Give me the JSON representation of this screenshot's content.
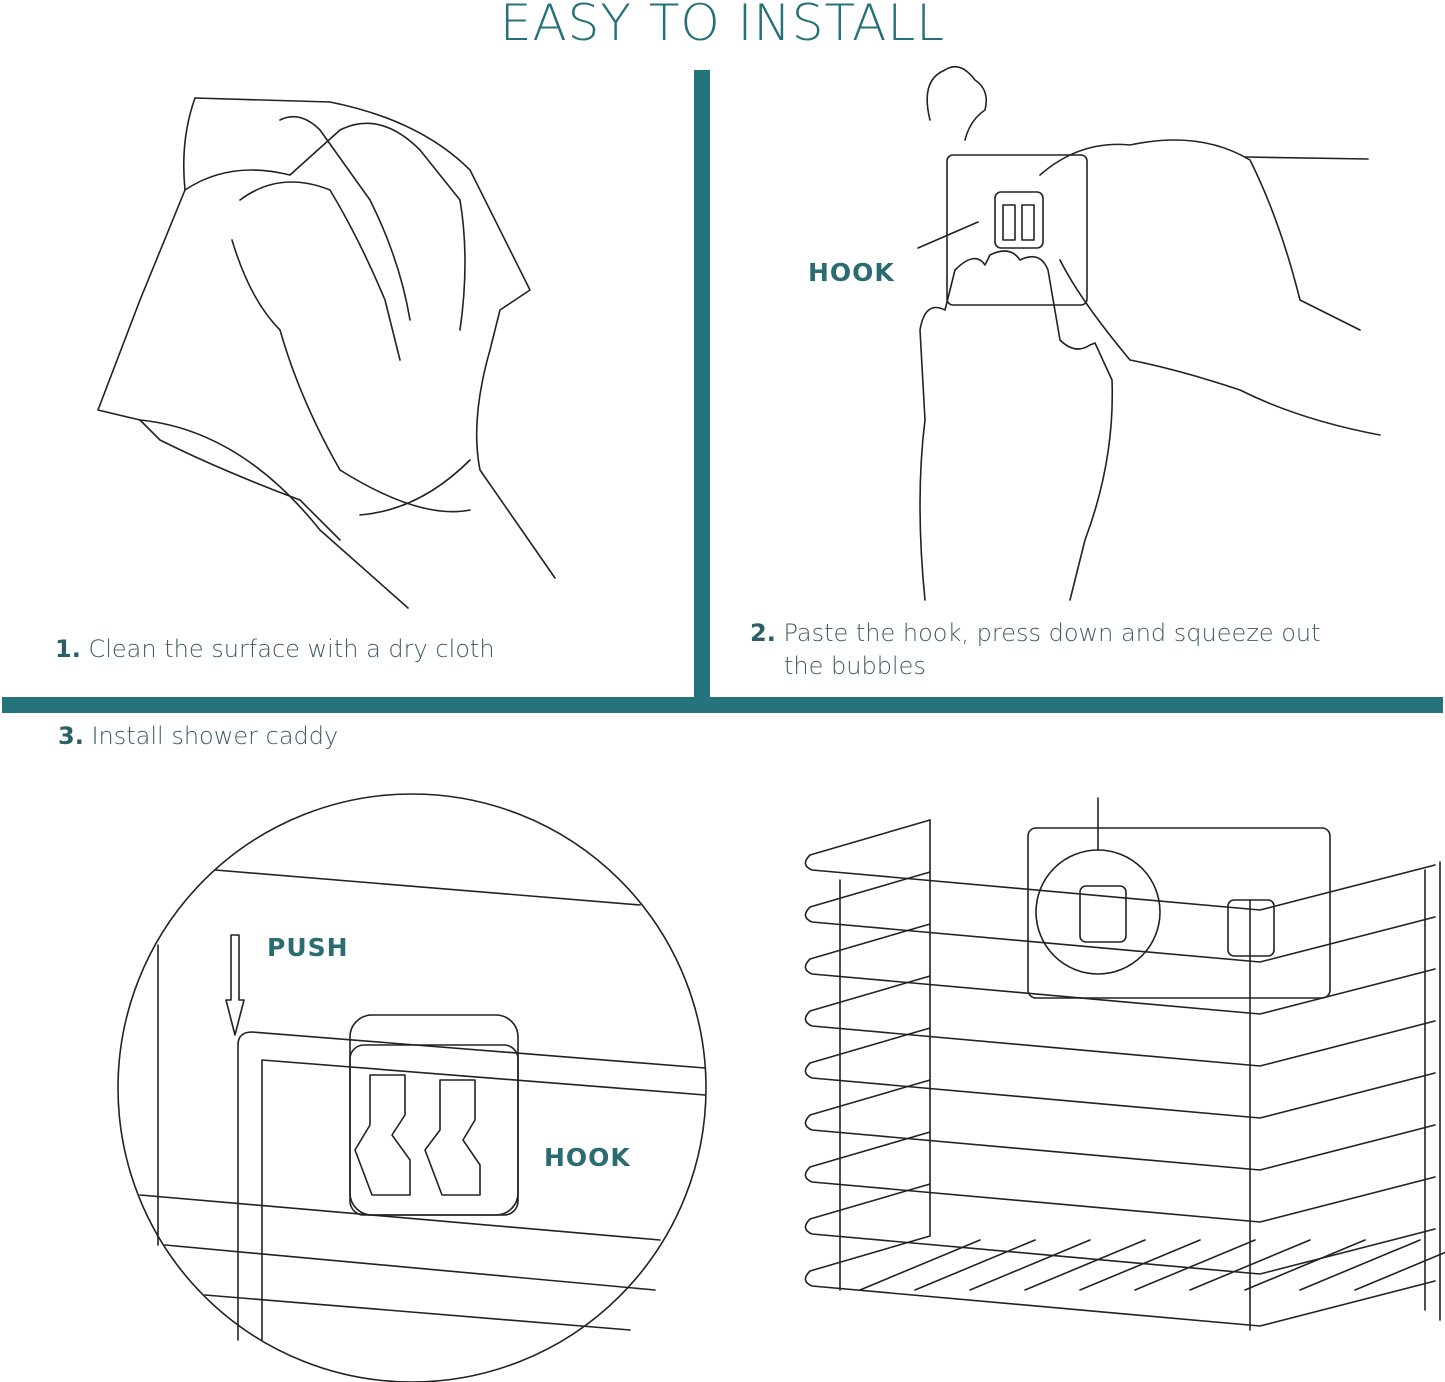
{
  "title": "EASY TO INSTALL",
  "accent_color": "#25737c",
  "steps": [
    {
      "number": "1.",
      "text": "Clean the surface with a dry cloth"
    },
    {
      "number": "2.",
      "text_line1": "Paste the hook, press down and squeeze out",
      "text_line2": "the bubbles"
    },
    {
      "number": "3.",
      "text": "Install shower caddy"
    }
  ],
  "labels": {
    "hook_step2": "HOOK",
    "push": "PUSH",
    "hook_detail": "HOOK"
  }
}
